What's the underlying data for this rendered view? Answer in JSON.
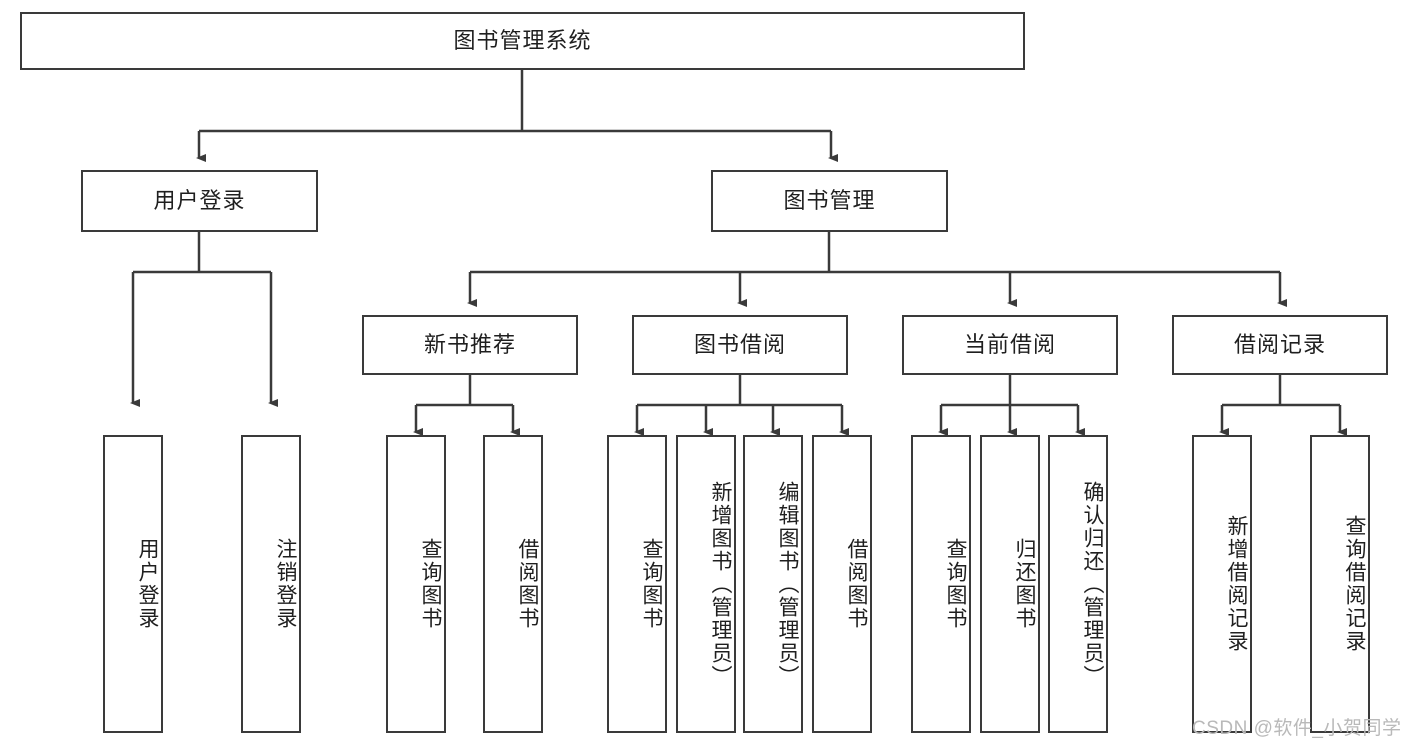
{
  "diagram": {
    "title_node": {
      "label": "图书管理系统"
    },
    "level2": [
      {
        "label": "用户登录"
      },
      {
        "label": "图书管理"
      }
    ],
    "level3": [
      {
        "label": "新书推荐"
      },
      {
        "label": "图书借阅"
      },
      {
        "label": "当前借阅"
      },
      {
        "label": "借阅记录"
      }
    ],
    "leaves": {
      "user_login": [
        {
          "label": "用户登录"
        },
        {
          "label": "注销登录"
        }
      ],
      "new_book_recommend": [
        {
          "label": "查询图书"
        },
        {
          "label": "借阅图书"
        }
      ],
      "book_borrow": [
        {
          "label": "查询图书"
        },
        {
          "label": "新增图书（管理员）"
        },
        {
          "label": "编辑图书（管理员）"
        },
        {
          "label": "借阅图书"
        }
      ],
      "current_borrow": [
        {
          "label": "查询图书"
        },
        {
          "label": "归还图书"
        },
        {
          "label": "确认归还（管理员）"
        }
      ],
      "borrow_record": [
        {
          "label": "新增借阅记录"
        },
        {
          "label": "查询借阅记录"
        }
      ]
    }
  },
  "watermark": {
    "text": "CSDN @软件_小贺同学"
  },
  "colors": {
    "border": "#3a3a3a",
    "text": "#1f1f1f",
    "background": "#ffffff",
    "watermark": "#b9b9b9"
  }
}
